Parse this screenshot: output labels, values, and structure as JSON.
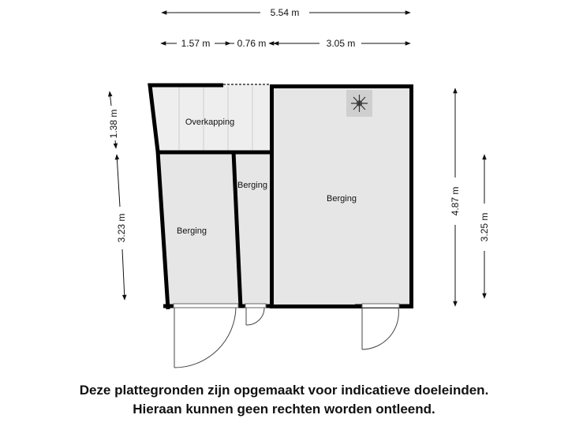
{
  "dimensions": {
    "top_total": "5.54 m",
    "top_left": "1.57 m",
    "top_mid": "0.76 m",
    "top_right": "3.05 m",
    "left_upper": "1.38 m",
    "left_lower": "3.23 m",
    "right_outer": "4.87 m",
    "right_inner": "3.25 m"
  },
  "rooms": {
    "overkapping": "Overkapping",
    "berging_left": "Berging",
    "berging_middle": "Berging",
    "berging_right": "Berging"
  },
  "icons": {
    "fan": "ventilation-fan-icon"
  },
  "colors": {
    "wall": "#000000",
    "floor": "#e6e6e6",
    "overkapping_floor": "#eeeeee",
    "dimension_line": "#111111"
  },
  "disclaimer": {
    "line1": "Deze plattegronden zijn opgemaakt voor indicatieve doeleinden.",
    "line2": "Hieraan kunnen geen rechten worden ontleend."
  }
}
